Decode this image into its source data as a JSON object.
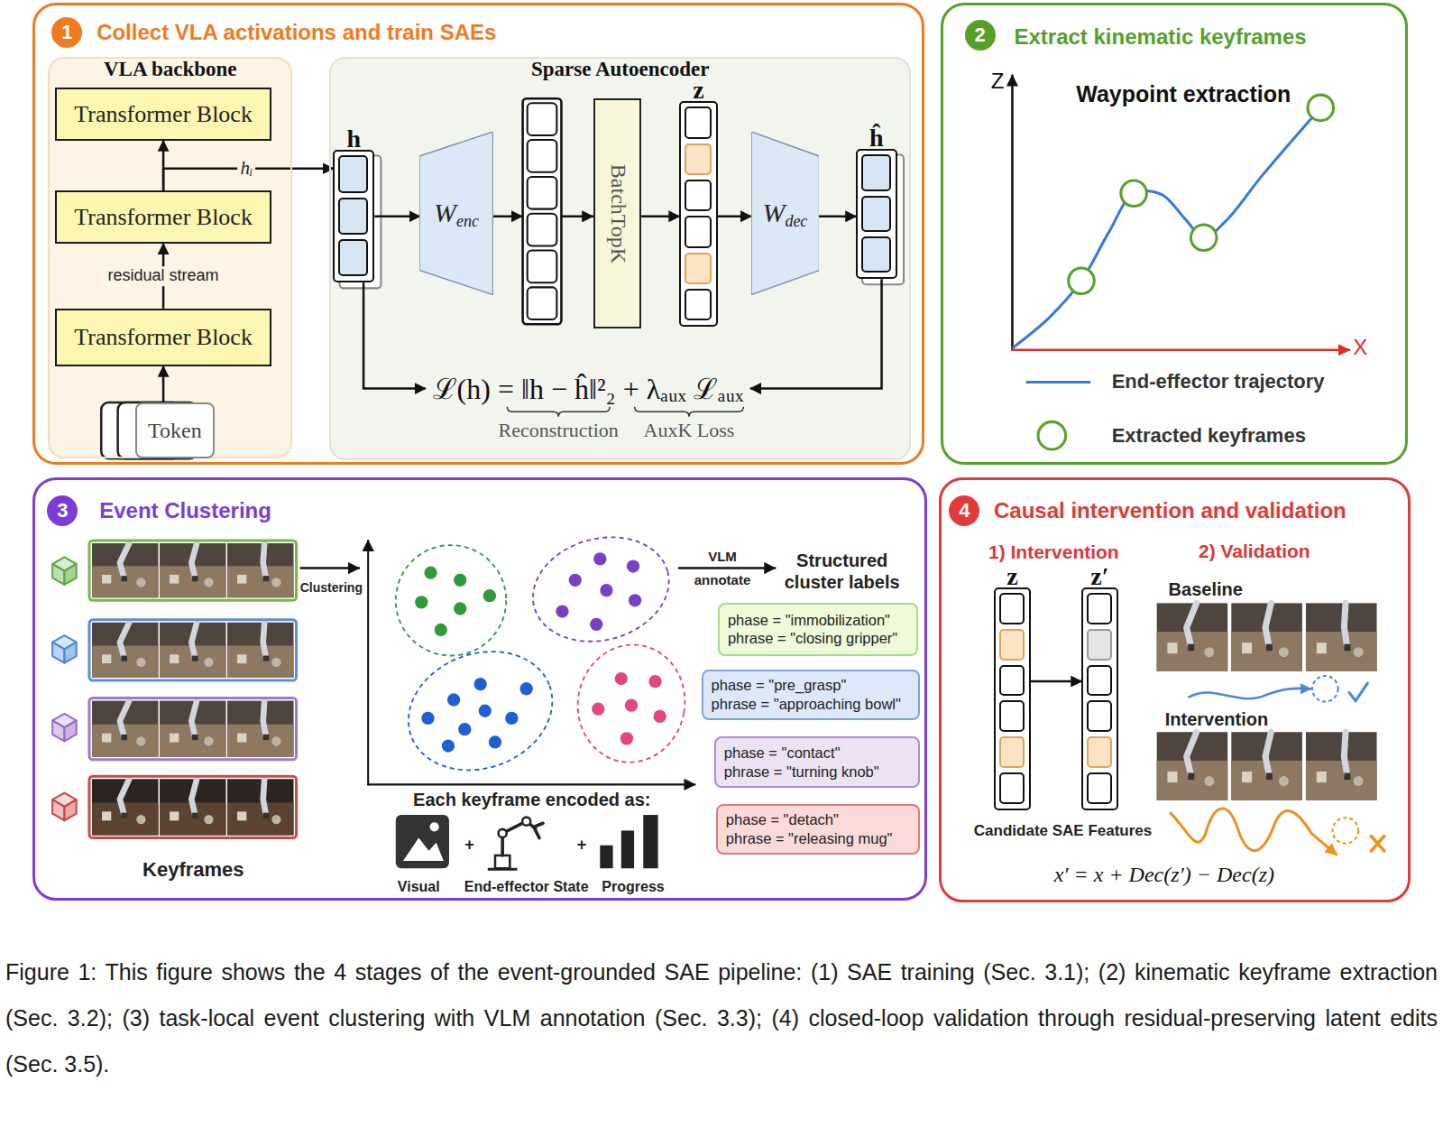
{
  "diagram": {
    "caption": "Figure 1: This figure shows the 4 stages of the event-grounded SAE pipeline: (1) SAE training (Sec. 3.1); (2) kinematic keyframe extraction (Sec. 3.2); (3) task-local event clustering with VLM annotation (Sec. 3.3); (4) closed-loop validation through residual-preserving latent edits (Sec. 3.5).",
    "nodes": [
      {
        "text": [
          "1",
          "Collect VLA activations and train SAEs"
        ]
      },
      {
        "text": [
          "VLA backbone"
        ],
        "in": 0
      },
      {
        "text": [
          "Transformer Block"
        ],
        "in": 1
      },
      {
        "text": [
          "Transformer Block"
        ],
        "in": 1
      },
      {
        "text": [
          "Transformer Block"
        ],
        "in": 1
      },
      {
        "text": [
          "Token"
        ],
        "in": 1
      },
      {
        "text": [
          "Sparse Autoencoder"
        ],
        "in": 0
      },
      {
        "text": [
          "h"
        ],
        "in": 6
      },
      {
        "text": [
          "W",
          "enc"
        ],
        "in": 6
      },
      {
        "text": [
          "BatchTopK"
        ],
        "in": 6
      },
      {
        "text": [
          "z"
        ],
        "in": 6
      },
      {
        "text": [
          "W",
          "dec"
        ],
        "in": 6
      },
      {
        "text": [
          "ĥ"
        ],
        "in": 6
      },
      {
        "text": [
          "2",
          "Extract kinematic keyframes"
        ]
      },
      {
        "text": [
          "3",
          "Event Clustering"
        ]
      },
      {
        "text": [
          "phase = \"immobilization\"",
          "phrase = \"closing gripper\""
        ],
        "in": 14
      },
      {
        "text": [
          "phase = \"pre_grasp\"",
          "phrase = \"approaching bowl\""
        ],
        "in": 14
      },
      {
        "text": [
          "phase = \"contact\"",
          "phrase = \"turning knob\""
        ],
        "in": 14
      },
      {
        "text": [
          "phase = \"detach\"",
          "phrase = \"releasing mug\""
        ],
        "in": 14
      },
      {
        "text": [
          "4",
          "Causal intervention and validation"
        ]
      },
      {
        "text": [
          "z"
        ],
        "in": 19
      },
      {
        "text": [
          "z′"
        ],
        "in": 19
      }
    ],
    "edges": [
      {
        "from": 5,
        "to": 4,
        "arrow": "to"
      },
      {
        "from": 4,
        "to": 3,
        "arrow": "to",
        "label": "residual stream"
      },
      {
        "from": 3,
        "to": 2,
        "arrow": "to"
      },
      {
        "from": 3,
        "to": 7,
        "arrow": "to",
        "label": "hᵢ"
      },
      {
        "from": 7,
        "to": 8,
        "arrow": "to"
      },
      {
        "from": 9,
        "to": 10,
        "arrow": "to"
      },
      {
        "from": 10,
        "to": 11,
        "arrow": "to"
      },
      {
        "from": 11,
        "to": 12,
        "arrow": "to"
      },
      {
        "from": 20,
        "to": 21,
        "arrow": "to"
      }
    ],
    "labels": [
      "ℒ(h) = ‖h − ĥ‖²₂ + λₐᵤₓ ℒₐᵤₓ",
      "Reconstruction",
      "AuxK Loss",
      "Z",
      "X",
      "Waypoint extraction",
      "Clustering",
      "VLM",
      "annotate",
      "Structured cluster labels",
      "Each keyframe encoded as:",
      "+",
      "+",
      "Visual",
      "End-effector State",
      "Progress",
      "Keyframes",
      "1) Intervention",
      "2) Validation",
      "Baseline",
      "Intervention",
      "Candidate SAE Features",
      "x′ = x + Dec(z′) − Dec(z)"
    ],
    "legend": [
      {
        "text": "End-effector trajectory"
      },
      {
        "text": "Extracted keyframes"
      }
    ]
  }
}
